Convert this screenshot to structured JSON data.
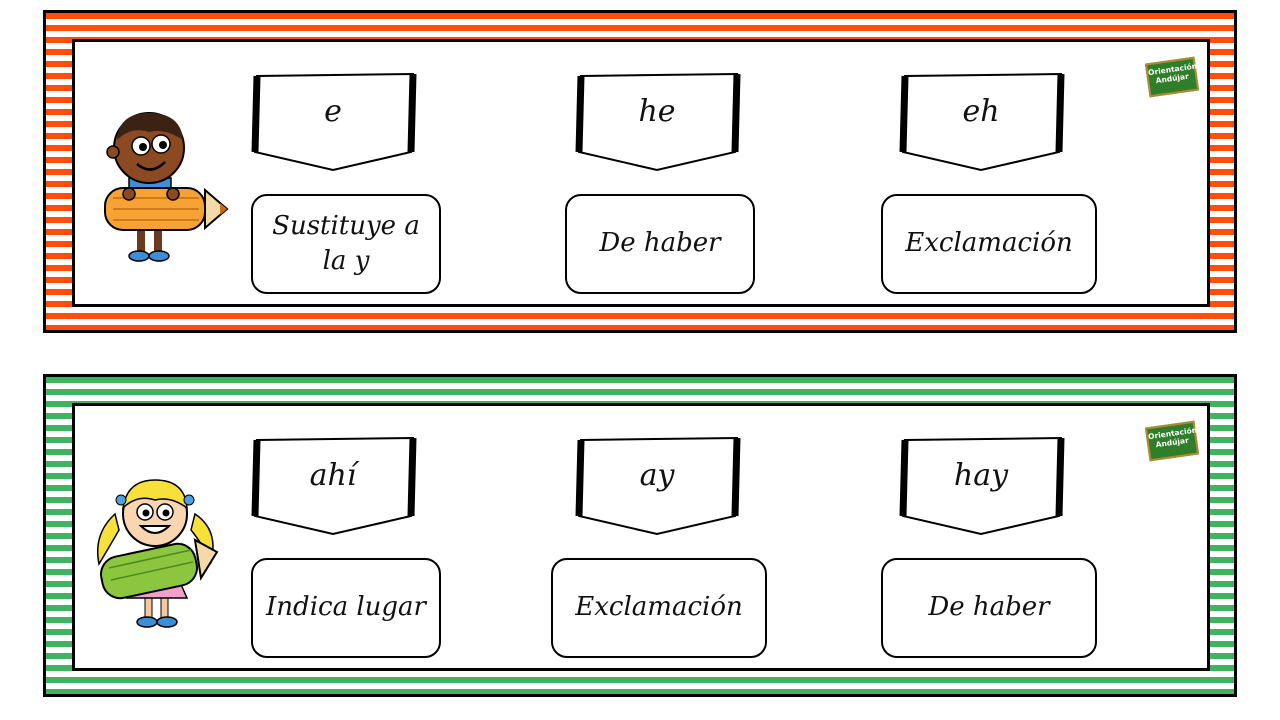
{
  "cards": [
    {
      "theme": "orange",
      "stripe_color": "#ff4e0c",
      "character": "boy-with-orange-pencil",
      "logo": {
        "line1": "Orientación",
        "line2": "Andújar"
      },
      "items": [
        {
          "word": "e",
          "definition": "Sustituye a la y"
        },
        {
          "word": "he",
          "definition": "De haber"
        },
        {
          "word": "eh",
          "definition": "Exclamación"
        }
      ]
    },
    {
      "theme": "green",
      "stripe_color": "#3fb35f",
      "character": "girl-with-green-pencil",
      "logo": {
        "line1": "Orientación",
        "line2": "Andújar"
      },
      "items": [
        {
          "word": "ahí",
          "definition": "Indica lugar"
        },
        {
          "word": "ay",
          "definition": "Exclamación"
        },
        {
          "word": "hay",
          "definition": "De haber"
        }
      ]
    }
  ]
}
